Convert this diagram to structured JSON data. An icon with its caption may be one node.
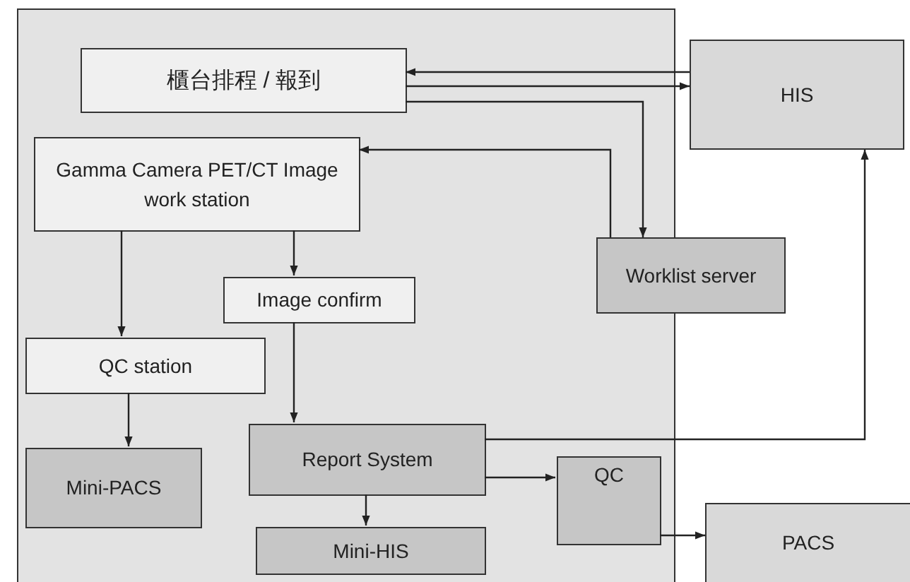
{
  "diagram": {
    "nodes": [
      {
        "text": [],
        "shape": "box"
      },
      {
        "text": [
          "櫃台排程 / 報到"
        ],
        "in": 0
      },
      {
        "text": [
          "HIS"
        ]
      },
      {
        "text": [
          "Gamma Camera PET/CT Image work station"
        ],
        "in": 0
      },
      {
        "text": [
          "Worklist server"
        ]
      },
      {
        "text": [
          "Image confirm"
        ],
        "in": 0
      },
      {
        "text": [
          "QC station"
        ],
        "in": 0
      },
      {
        "text": [
          "Report System"
        ],
        "in": 0
      },
      {
        "text": [
          "Mini-PACS"
        ],
        "in": 0
      },
      {
        "text": [
          "QC"
        ],
        "in": 0
      },
      {
        "text": [
          "Mini-HIS"
        ],
        "in": 0
      },
      {
        "text": [
          "PACS"
        ]
      }
    ],
    "edges": [
      {
        "from": 2,
        "to": 1,
        "arrow": "to"
      },
      {
        "from": 1,
        "to": 2,
        "arrow": "to"
      },
      {
        "from": 1,
        "to": 4,
        "arrow": "to"
      },
      {
        "from": 4,
        "to": 3,
        "arrow": "to"
      },
      {
        "from": 3,
        "to": 6,
        "arrow": "to"
      },
      {
        "from": 3,
        "to": 5,
        "arrow": "to"
      },
      {
        "from": 6,
        "to": 8,
        "arrow": "to"
      },
      {
        "from": 5,
        "to": 7,
        "arrow": "to"
      },
      {
        "from": 7,
        "to": 2,
        "arrow": "to"
      },
      {
        "from": 7,
        "to": 9,
        "arrow": "to"
      },
      {
        "from": 7,
        "to": 10,
        "arrow": "to"
      },
      {
        "from": 9,
        "to": 11,
        "arrow": "to"
      }
    ]
  }
}
